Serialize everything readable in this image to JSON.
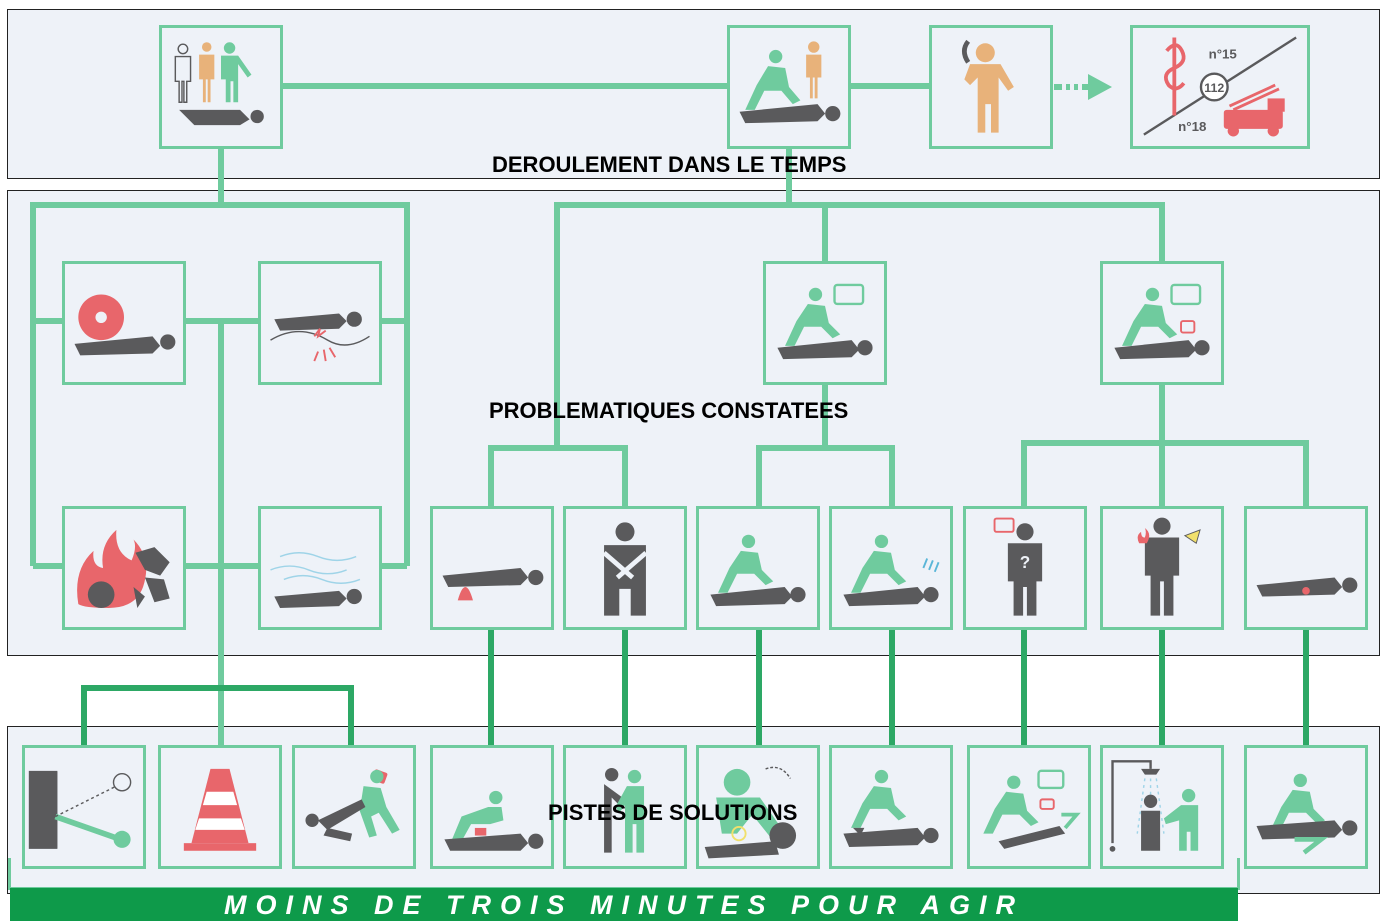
{
  "labels": {
    "timeline": "DEROULEMENT DANS LE TEMPS",
    "problems": "PROBLEMATIQUES CONSTATEES",
    "solutions": "PISTES DE SOLUTIONS"
  },
  "banner": "MOINS DE TROIS MINUTES POUR AGIR",
  "emergency": {
    "samu": "n°15",
    "pompiers": "n°18",
    "europe": "112"
  },
  "colors": {
    "green": "#6fcb9e",
    "dark_green": "#0e9a4a",
    "grey": "#5a5a5c",
    "red": "#e8666b",
    "orange": "#e8b27a",
    "band": "#eef2f8"
  },
  "icons": {
    "timeline": [
      "witnesses-icon",
      "first-aider-icon",
      "phone-call-icon",
      "emergency-services-icon"
    ],
    "problems": [
      "obstacle-victim-icon",
      "electric-hazard-icon",
      "fire-explosion-icon",
      "toxic-gas-icon",
      "assess-conscious-icon",
      "assess-breathing-icon",
      "bleeding-icon",
      "choking-icon",
      "cardiac-massage-icon",
      "breathing-check-icon",
      "confused-person-icon",
      "burn-injury-icon",
      "limb-trauma-icon"
    ],
    "solutions": [
      "remove-obstacle-icon",
      "traffic-cone-icon",
      "rescue-drag-icon",
      "compress-bleeding-icon",
      "back-blows-icon",
      "defibrillator-icon",
      "recovery-position-icon",
      "talk-to-victim-icon",
      "cooling-shower-icon",
      "immobilize-limb-icon"
    ]
  }
}
